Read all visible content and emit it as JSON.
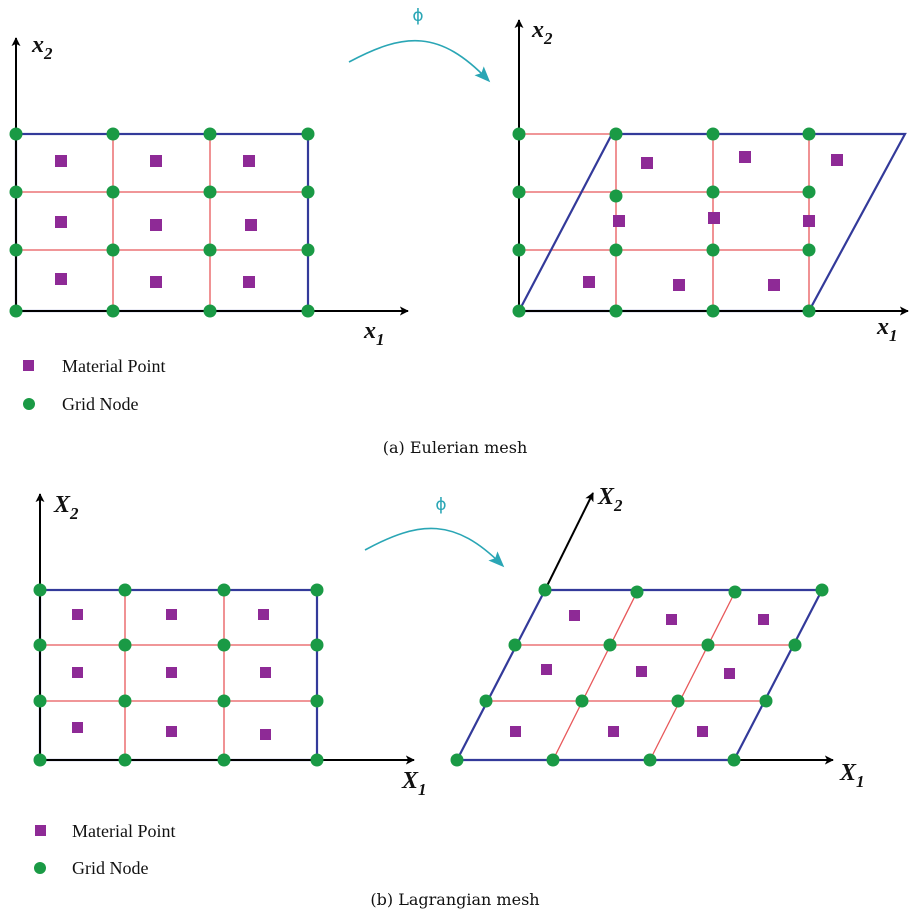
{
  "panel_a": {
    "caption": "(a) Eulerian mesh",
    "mapping_label": "ϕ",
    "axis_x_main": "x",
    "axis_x_sub": "1",
    "axis_y_main": "x",
    "axis_y_sub": "2",
    "legend_material": "Material Point",
    "legend_grid": "Grid Node"
  },
  "panel_b": {
    "caption": "(b) Lagrangian mesh",
    "mapping_label": "ϕ",
    "axis_x_main": "X",
    "axis_x_sub": "1",
    "axis_y_main": "X",
    "axis_y_sub": "2",
    "legend_material": "Material Point",
    "legend_grid": "Grid Node"
  },
  "colors": {
    "material_point": "#8e2a96",
    "grid_node": "#1a9a45",
    "boundary": "#333a9a",
    "grid_line": "#e8585a",
    "mapping_arrow": "#2aa6b5",
    "axis": "#000000"
  }
}
